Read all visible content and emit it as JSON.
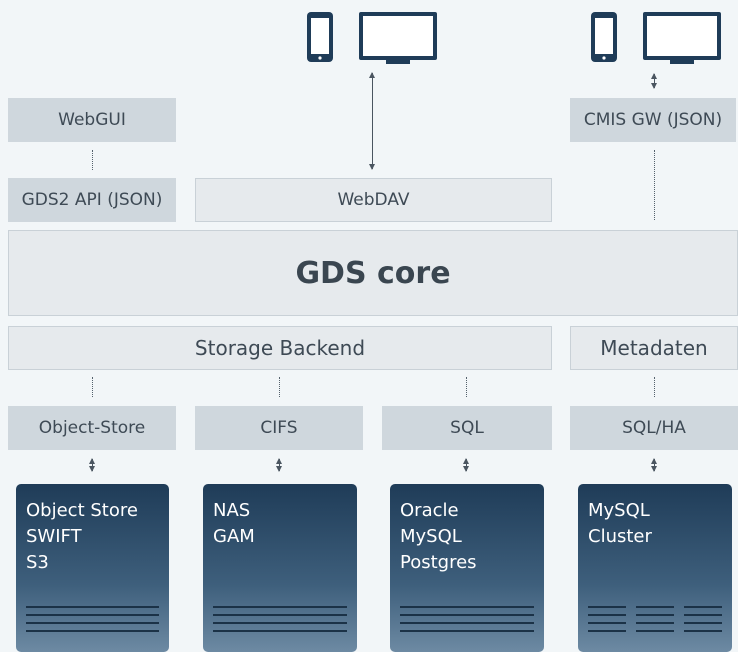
{
  "labels": {
    "webgui": "WebGUI",
    "gds2_api": "GDS2 API (JSON)",
    "webdav": "WebDAV",
    "cmis_gw": "CMIS GW (JSON)",
    "core": "GDS core",
    "storage_backend": "Storage Backend",
    "metadaten": "Metadaten",
    "object_store_connector": "Object-Store",
    "cifs": "CIFS",
    "sql": "SQL",
    "sql_ha": "SQL/HA"
  },
  "databases": [
    {
      "lines": [
        "Object Store",
        "SWIFT",
        "S3"
      ]
    },
    {
      "lines": [
        "NAS",
        "GAM"
      ]
    },
    {
      "lines": [
        "Oracle",
        "MySQL",
        "Postgres"
      ]
    },
    {
      "lines": [
        "MySQL",
        "Cluster"
      ]
    }
  ],
  "clients": [
    {
      "devices": [
        "phone-icon",
        "monitor-icon"
      ]
    },
    {
      "devices": [
        "phone-icon",
        "monitor-icon"
      ]
    }
  ],
  "colors": {
    "background": "#f2f6f8",
    "box_dark": "#cfd7dd",
    "box_light": "#e6eaed",
    "db_top": "#1f3c58",
    "db_bottom": "#6d8aa3",
    "device": "#1f3c58"
  }
}
